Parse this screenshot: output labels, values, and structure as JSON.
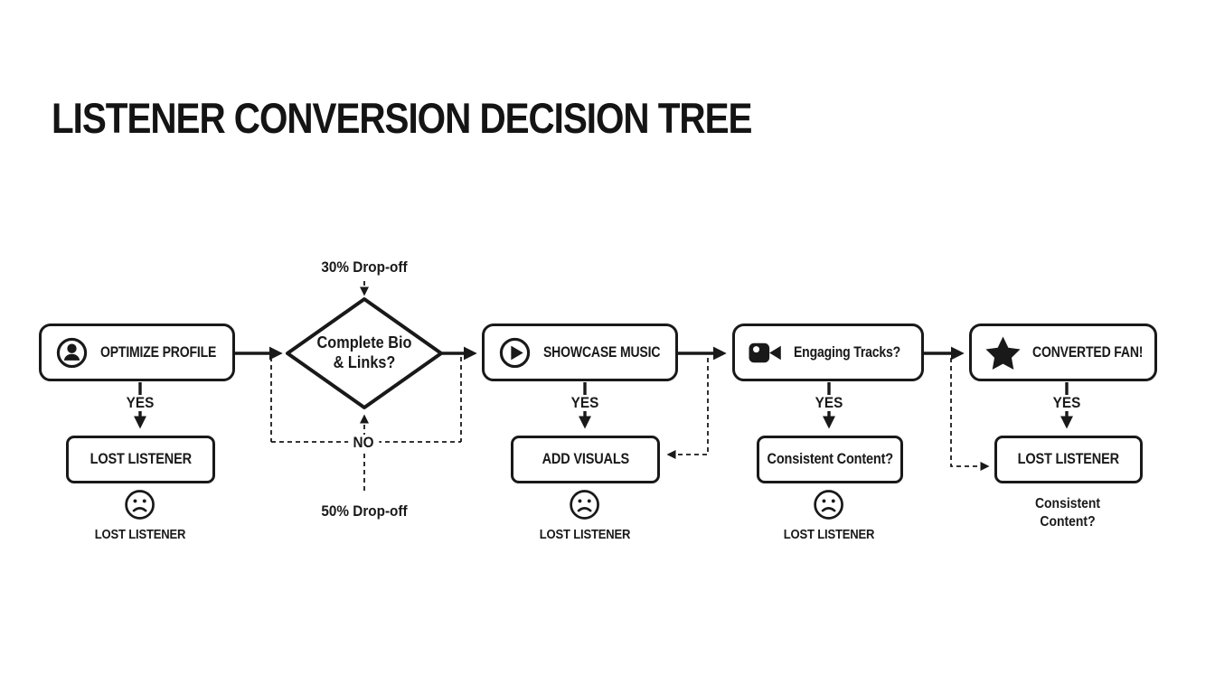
{
  "title": "LISTENER CONVERSION DECISION TREE",
  "colors": {
    "ink": "#191919",
    "background": "#ffffff"
  },
  "nodes": {
    "optimize_profile": {
      "label": "OPTIMIZE PROFILE",
      "icon": "user-profile-icon"
    },
    "bio_links_decision": {
      "line1": "Complete Bio",
      "line2": "& Links?"
    },
    "showcase_music": {
      "label": "SHOWCASE MUSIC",
      "icon": "play-icon"
    },
    "engaging_tracks": {
      "label": "Engaging Tracks?",
      "icon": "video-camera-icon"
    },
    "converted_fan": {
      "label": "CONVERTED FAN!",
      "icon": "star-icon"
    },
    "lost_listener_a": {
      "label": "LOST LISTENER"
    },
    "add_visuals": {
      "label": "ADD VISUALS"
    },
    "consistent_content": {
      "label": "Consistent Content?"
    },
    "lost_listener_b": {
      "label": "LOST LISTENER"
    }
  },
  "edge_labels": {
    "yes1": "YES",
    "yes2": "YES",
    "yes3": "YES",
    "yes4": "YES",
    "no": "NO",
    "dropoff_top": "30% Drop-off",
    "dropoff_bottom": "50% Drop-off"
  },
  "captions": {
    "lost1": "LOST LISTENER",
    "lost2": "LOST LISTENER",
    "lost3": "LOST LISTENER",
    "consistent_line1": "Consistent",
    "consistent_line2": "Content?"
  }
}
